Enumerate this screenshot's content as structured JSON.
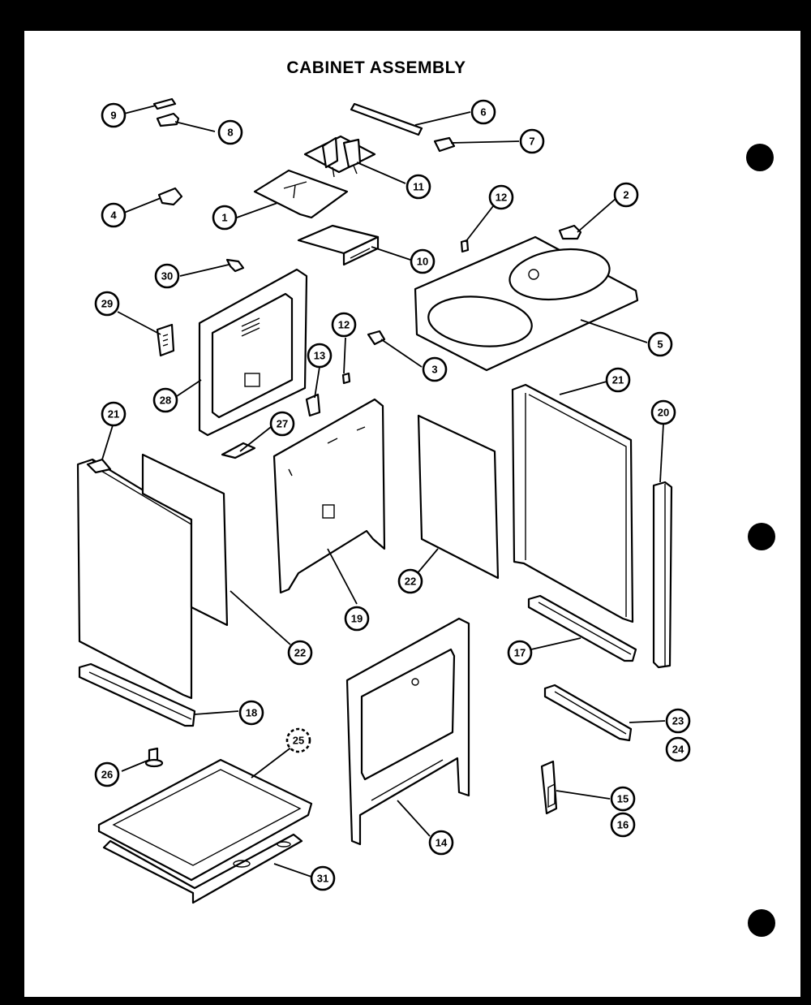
{
  "title": "CABINET ASSEMBLY",
  "callouts": [
    "9",
    "8",
    "6",
    "7",
    "11",
    "4",
    "1",
    "12",
    "2",
    "10",
    "30",
    "29",
    "5",
    "12",
    "3",
    "13",
    "28",
    "27",
    "21",
    "21",
    "20",
    "22",
    "19",
    "22",
    "17",
    "18",
    "23",
    "24",
    "26",
    "25",
    "14",
    "15",
    "16",
    "31"
  ],
  "binder_holes": 3
}
